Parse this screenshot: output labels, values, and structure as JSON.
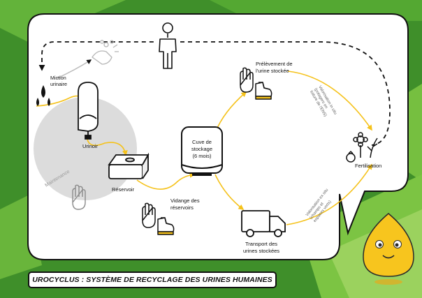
{
  "labels": {
    "miction": [
      "Miction",
      "urinaire"
    ],
    "urinoir": "Urinoir",
    "reservoir": "Réservoir",
    "maintenance": "Maintenance",
    "cuve": [
      "Cuve de",
      "stockage",
      "(6 mois)"
    ],
    "vidange": [
      "Vidange des",
      "réservoirs"
    ],
    "prelevement": [
      "Prélèvement de",
      "l'urine stockée"
    ],
    "transport": [
      "Transport des",
      "urines stockées"
    ],
    "fertilisation": "Fertilisation",
    "valorisation_top": [
      "Valorisation in situ",
      "(potagers en",
      "toiture de l'ENS)"
    ],
    "valorisation_bottom": [
      "Valorisation ex situ",
      "(champs et",
      "espaces verts)"
    ]
  },
  "caption": "UROCYCLUS : SYSTÈME DE RECYCLAGE DES URINES HUMAINES",
  "colors": {
    "background_green": "#3f8f2a",
    "light_green": "#7cc443",
    "flow_yellow": "#f5c21b",
    "mascot_yellow": "#f7c51e",
    "maintenance_gray": "#dcdcdc"
  },
  "icons": [
    "person-icon",
    "hand-washing-icon",
    "water-drop-icon",
    "urinal-icon",
    "reservoir-icon",
    "glove-icon",
    "boot-icon",
    "storage-tank-icon",
    "truck-icon",
    "plant-icon",
    "mascot-icon"
  ]
}
